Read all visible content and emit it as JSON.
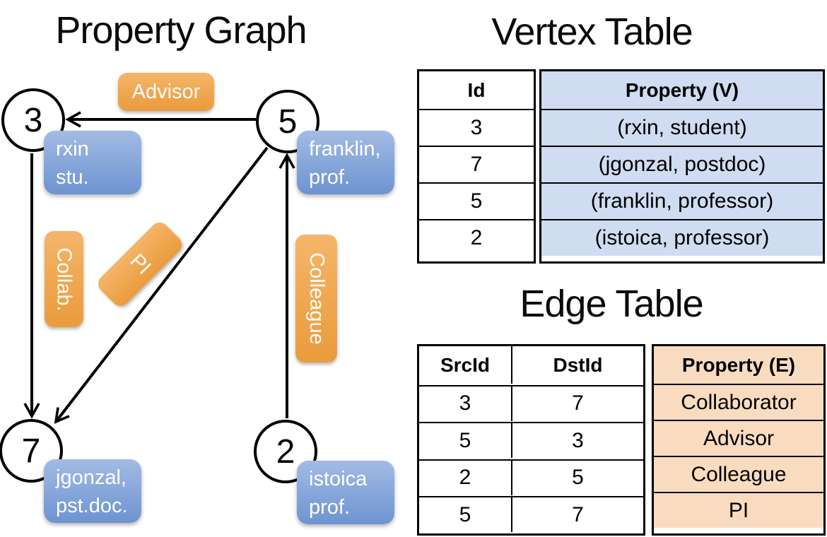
{
  "graph": {
    "title": "Property Graph",
    "nodes": [
      {
        "id": "3",
        "label_line1": "rxin",
        "label_line2": "stu."
      },
      {
        "id": "5",
        "label_line1": "franklin,",
        "label_line2": "prof."
      },
      {
        "id": "7",
        "label_line1": "jgonzal,",
        "label_line2": "pst.doc."
      },
      {
        "id": "2",
        "label_line1": "istoica",
        "label_line2": "prof."
      }
    ],
    "edge_labels": {
      "advisor": "Advisor",
      "collab": "Collab.",
      "pi": "PI",
      "colleague": "Colleague"
    }
  },
  "vertex_table": {
    "title": "Vertex Table",
    "columns": [
      "Id",
      "Property (V)"
    ],
    "rows": [
      [
        "3",
        "(rxin, student)"
      ],
      [
        "7",
        "(jgonzal, postdoc)"
      ],
      [
        "5",
        "(franklin, professor)"
      ],
      [
        "2",
        "(istoica, professor)"
      ]
    ]
  },
  "edge_table": {
    "title": "Edge Table",
    "columns": [
      "SrcId",
      "DstId",
      "Property (E)"
    ],
    "rows": [
      [
        "3",
        "7",
        "Collaborator"
      ],
      [
        "5",
        "3",
        "Advisor"
      ],
      [
        "2",
        "5",
        "Colleague"
      ],
      [
        "5",
        "7",
        "PI"
      ]
    ]
  },
  "colors": {
    "vertex_box_blue": "#7d9cd3",
    "edge_label_orange": "#efa64f",
    "vertex_table_fill": "#cfdcf1",
    "edge_table_fill": "#f9dcbf",
    "line_black": "#000000"
  }
}
